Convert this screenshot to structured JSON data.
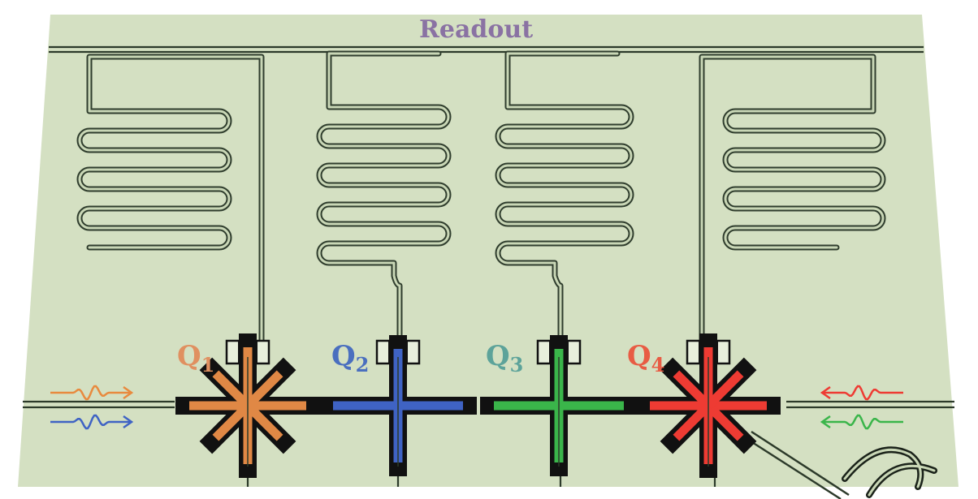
{
  "readout": {
    "label": "Readout"
  },
  "qubits": [
    {
      "letter": "Q",
      "index": "1",
      "color": "#e08845",
      "style": "x"
    },
    {
      "letter": "Q",
      "index": "2",
      "color": "#3f63c4",
      "style": "plus"
    },
    {
      "letter": "Q",
      "index": "3",
      "color": "#3ab54a",
      "style": "plus"
    },
    {
      "letter": "Q",
      "index": "4",
      "color": "#ee3b33",
      "style": "x"
    }
  ],
  "label_colors": [
    "#e09060",
    "#4a6fbf",
    "#5da39a",
    "#e85c44"
  ],
  "drive_pulses": {
    "left": [
      {
        "color": "#e88a3e",
        "direction": "right"
      },
      {
        "color": "#3f63c4",
        "direction": "right"
      }
    ],
    "right": [
      {
        "color": "#ee3b33",
        "direction": "left"
      },
      {
        "color": "#3ab54a",
        "direction": "left"
      }
    ]
  },
  "colors": {
    "substrate": "#d4e0c2",
    "metal_line": "#2c3a2a",
    "qubit_outline": "#111111"
  }
}
